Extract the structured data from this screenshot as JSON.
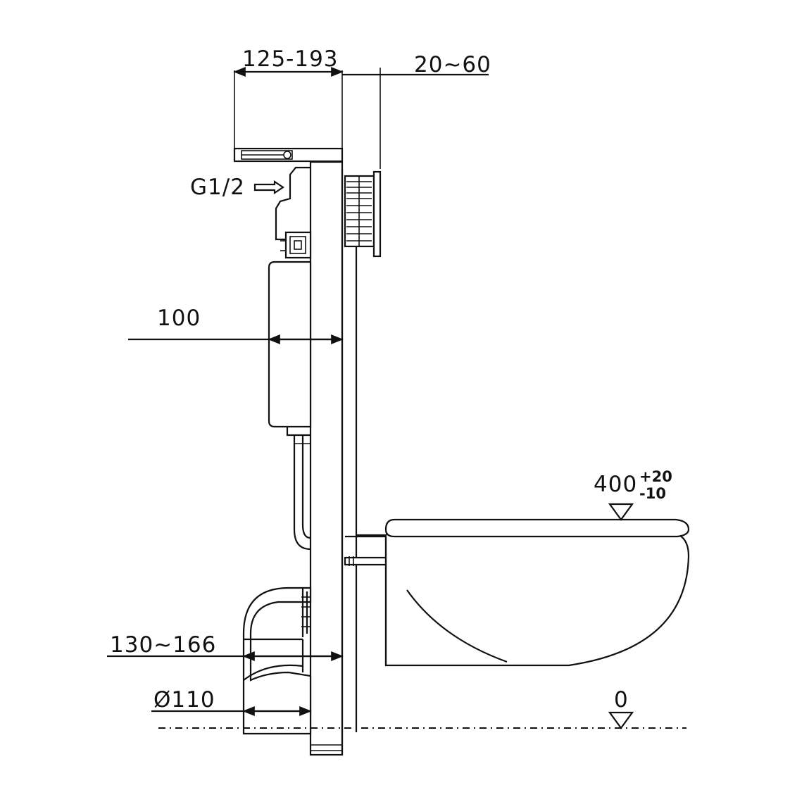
{
  "dimensions": {
    "frame_depth": "125-193",
    "wall_finish": "20~60",
    "water_inlet": "G1/2",
    "tank_depth": "100",
    "seat_height": "400",
    "seat_height_plus": "+20",
    "seat_height_minus": "-10",
    "floor_level": "0",
    "drain_offset": "130~166",
    "drain_diameter": "Ø110"
  },
  "colors": {
    "ink": "#111111",
    "background": "#ffffff"
  }
}
